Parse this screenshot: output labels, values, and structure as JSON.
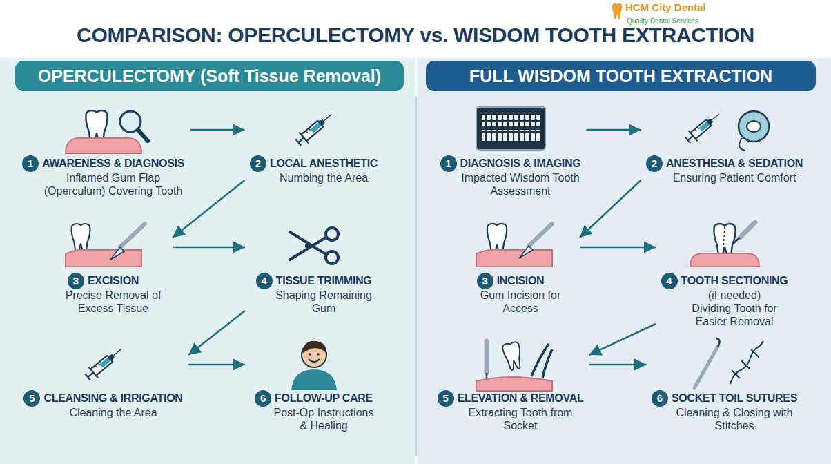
{
  "diagram": {
    "title": "COMPARISON: OPERCULECTOMY vs. WISDOM TOOTH EXTRACTION",
    "nodes": [
      {
        "text": [
          "OPERCULECTOMY (Soft Tissue Removal)"
        ]
      },
      {
        "text": [
          "AWARENESS & DIAGNOSIS",
          "Inflamed Gum Flap (Operculum) Covering Tooth"
        ],
        "in": 0
      },
      {
        "text": [
          "LOCAL ANESTHETIC",
          "Numbing the Area"
        ],
        "in": 0
      },
      {
        "text": [
          "EXCISION",
          "Precise Removal of Excess Tissue"
        ],
        "in": 0
      },
      {
        "text": [
          "TISSUE TRIMMING",
          "Shaping Remaining Gum"
        ],
        "in": 0
      },
      {
        "text": [
          "CLEANSING & IRRIGATION",
          "Cleaning the Area"
        ],
        "in": 0
      },
      {
        "text": [
          "FOLLOW-UP CARE",
          "Post-Op Instructions & Healing"
        ],
        "in": 0
      },
      {
        "text": [
          "FULL WISDOM TOOTH EXTRACTION"
        ]
      },
      {
        "text": [
          "DIAGNOSIS & IMAGING",
          "Impacted Wisdom Tooth Assessment"
        ],
        "in": 7
      },
      {
        "text": [
          "ANESTHESIA & SEDATION",
          "Ensuring Patient Comfort"
        ],
        "in": 7
      },
      {
        "text": [
          "INCISION",
          "Gum Incision for Access"
        ],
        "in": 7
      },
      {
        "text": [
          "TOOTH SECTIONING",
          "(if needed)",
          "Dividing Tooth for Easier Removal"
        ],
        "in": 7
      },
      {
        "text": [
          "ELEVATION & REMOVAL",
          "Extracting Tooth from Socket"
        ],
        "in": 7
      },
      {
        "text": [
          "SOCKET TOIL SUTURES",
          "Cleaning & Closing with Stitches"
        ],
        "in": 7
      }
    ],
    "edges": [
      {
        "from": 1,
        "to": 2,
        "arrow": "to"
      },
      {
        "from": 2,
        "to": 3,
        "arrow": "to"
      },
      {
        "from": 3,
        "to": 4,
        "arrow": "to"
      },
      {
        "from": 4,
        "to": 5,
        "arrow": "to"
      },
      {
        "from": 5,
        "to": 6,
        "arrow": "to"
      },
      {
        "from": 8,
        "to": 9,
        "arrow": "to"
      },
      {
        "from": 9,
        "to": 10,
        "arrow": "to"
      },
      {
        "from": 10,
        "to": 11,
        "arrow": "to"
      },
      {
        "from": 11,
        "to": 12,
        "arrow": "to"
      },
      {
        "from": 12,
        "to": 13,
        "arrow": "to"
      }
    ],
    "labels": [
      "HCM City Dental",
      "Quality Dental Services",
      "1",
      "2",
      "3",
      "4",
      "5",
      "6",
      "1",
      "2",
      "3",
      "4",
      "5",
      "6"
    ]
  }
}
